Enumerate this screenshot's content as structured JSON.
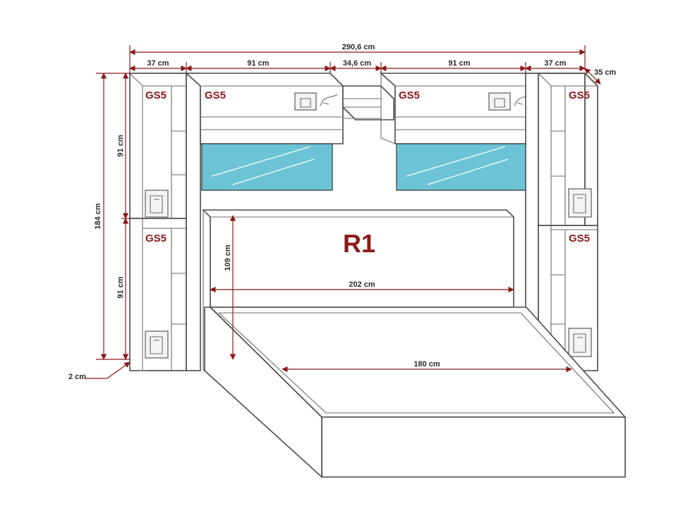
{
  "dimensions": {
    "total_width": "290,6 cm",
    "left_column_width": "37 cm",
    "left_wall_unit_width": "91 cm",
    "gap_width": "34,6 cm",
    "right_wall_unit_width": "91 cm",
    "right_column_width": "37 cm",
    "depth": "35 cm",
    "total_height": "184 cm",
    "upper_column_height": "91 cm",
    "lower_column_height": "91 cm",
    "foot_height": "2 cm",
    "headboard_height": "109 cm",
    "headboard_width": "202 cm",
    "mattress_width": "180 cm"
  },
  "labels": {
    "gs5_left_top": "GS5",
    "gs5_left_wall": "GS5",
    "gs5_right_wall": "GS5",
    "gs5_right_top": "GS5",
    "gs5_left_bottom": "GS5",
    "gs5_right_bottom": "GS5",
    "bed_code": "R1"
  },
  "colors": {
    "dimension_lines": "#8b1a1a",
    "labels": "#8b1a1a",
    "glass": "#6cc3d5"
  }
}
